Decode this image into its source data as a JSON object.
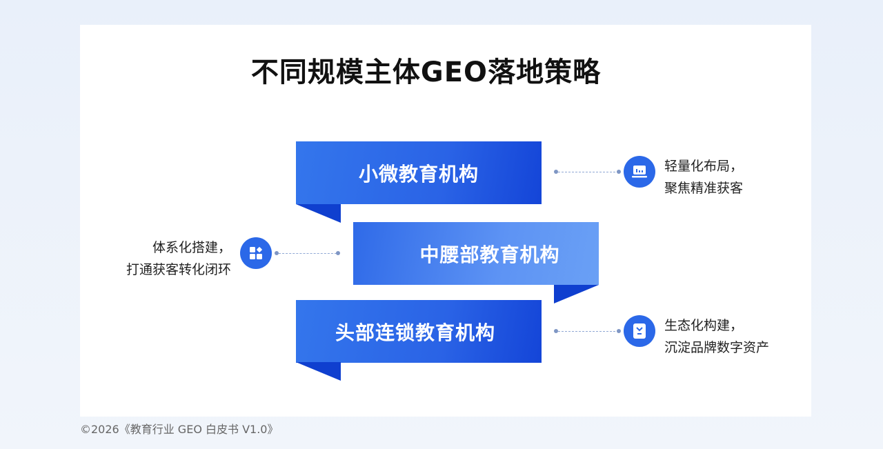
{
  "title": "不同规模主体GEO落地策略",
  "tiers": [
    {
      "label": "小微教育机构",
      "desc_line1": "轻量化布局，",
      "desc_line2": "聚焦精准获客",
      "icon": "chart-screen-icon"
    },
    {
      "label": "中腰部教育机构",
      "desc_line1": "体系化搭建，",
      "desc_line2": "打通获客转化闭环",
      "icon": "apps-grid-icon"
    },
    {
      "label": "头部连锁教育机构",
      "desc_line1": "生态化构建，",
      "desc_line2": "沉淀品牌数字资产",
      "icon": "ecosystem-box-icon"
    }
  ],
  "footer": "©2026《教育行业 GEO 白皮书 V1.0》",
  "colors": {
    "ribbon": "#2a63e6",
    "ribbon_fold": "#0f3fcf",
    "icon_bg": "#2b68e8"
  }
}
